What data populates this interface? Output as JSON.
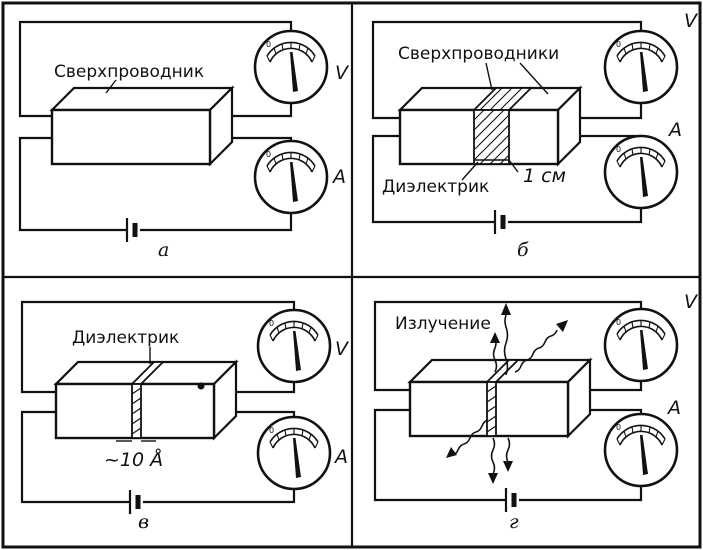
{
  "panels": {
    "a": {
      "letter": "а",
      "label": "Сверхпроводник",
      "voltmeter": "V",
      "ammeter": "A"
    },
    "b": {
      "letter": "б",
      "label": "Сверхпроводники",
      "dielectric": "Диэлектрик",
      "width": "1 см",
      "voltmeter": "V",
      "ammeter": "A"
    },
    "c": {
      "letter": "в",
      "dielectric": "Диэлектрик",
      "width": "~10 Å",
      "voltmeter": "V",
      "ammeter": "A"
    },
    "d": {
      "letter": "г",
      "radiation": "Излучение",
      "voltmeter": "V",
      "ammeter": "A"
    }
  },
  "icons": {
    "meter": "dial-gauge-icon",
    "battery": "battery-icon"
  }
}
